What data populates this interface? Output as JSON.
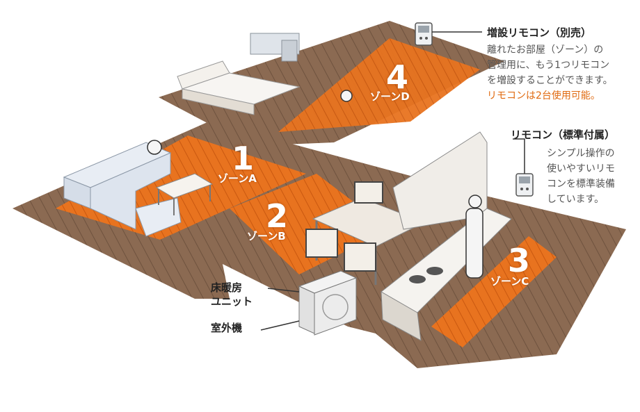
{
  "zones": [
    {
      "number": "1",
      "name": "ゾーンA"
    },
    {
      "number": "2",
      "name": "ゾーンB"
    },
    {
      "number": "3",
      "name": "ゾーンC"
    },
    {
      "number": "4",
      "name": "ゾーンD"
    }
  ],
  "remote_extra": {
    "title": "増設リモコン（別売）",
    "lines": [
      "離れたお部屋（ゾーン）の",
      "管理用に、もう1つリモコン",
      "を増設することができます。"
    ],
    "accent": "リモコンは2台使用可能。"
  },
  "remote_standard": {
    "title": "リモコン（標準付属）",
    "lines": [
      "シンプル操作の",
      "使いやすいリモ",
      "コンを標準装備",
      "しています。"
    ]
  },
  "outdoor_unit": {
    "label_line1": "床暖房",
    "label_line2": "ユニット",
    "label_line3": "室外機"
  },
  "colors": {
    "heat": "#e8731f",
    "floor": "#8b6a52",
    "accent_text": "#e06a10"
  },
  "icons": [
    "remote-control-icon",
    "outdoor-unit-icon"
  ]
}
